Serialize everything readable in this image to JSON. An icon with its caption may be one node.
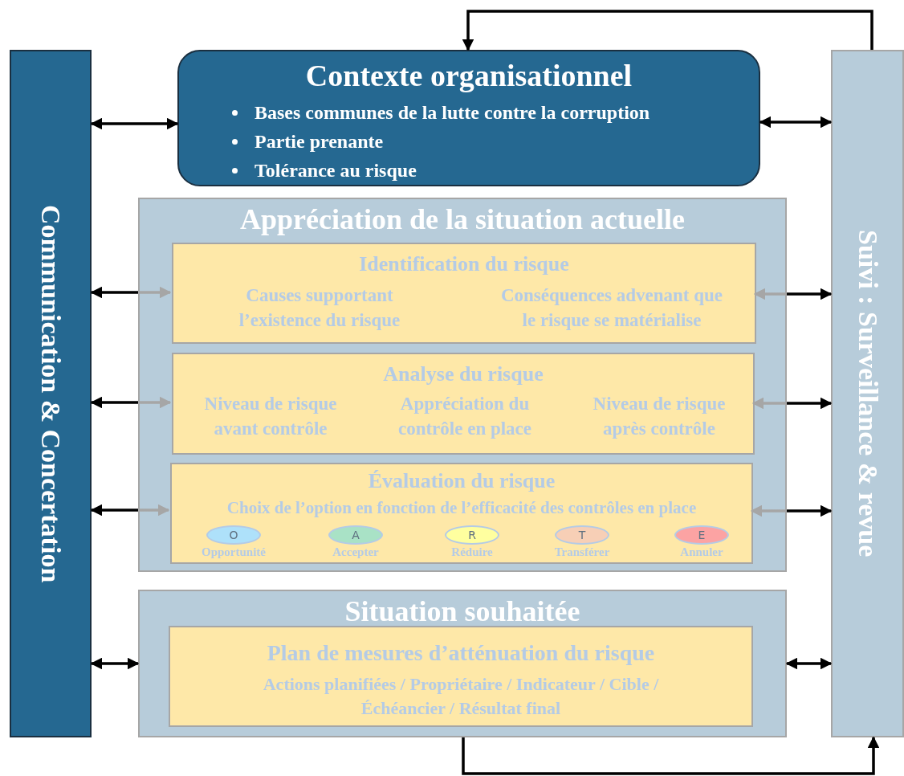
{
  "diagram": {
    "nodes": [
      {
        "text": [
          "Communication & Concertation"
        ]
      },
      {
        "text": [
          "Contexte organisationnel",
          "Bases communes de la lutte contre la corruption",
          "Partie prenante",
          "Tolérance au risque"
        ]
      },
      {
        "text": [
          "Appréciation de la situation actuelle"
        ]
      },
      {
        "text": [
          "Identification du risque",
          "Causes supportant l’existence du risque",
          "Conséquences advenant que le risque se matérialise"
        ],
        "in": 2
      },
      {
        "text": [
          "Analyse du risque",
          "Niveau de risque avant contrôle",
          "Appréciation du contrôle en place",
          "Niveau de risque après contrôle"
        ],
        "in": 2
      },
      {
        "text": [
          "Évaluation du risque",
          "Choix de l’option en fonction de l’efficacité des contrôles en place"
        ],
        "in": 2
      },
      {
        "text": [
          "O"
        ],
        "beside": [
          "Opportunité"
        ],
        "in": 5
      },
      {
        "text": [
          "A"
        ],
        "beside": [
          "Accepter"
        ],
        "in": 5
      },
      {
        "text": [
          "R"
        ],
        "beside": [
          "Réduire"
        ],
        "in": 5
      },
      {
        "text": [
          "T"
        ],
        "beside": [
          "Transférer"
        ],
        "in": 5
      },
      {
        "text": [
          "E"
        ],
        "beside": [
          "Annuler"
        ],
        "in": 5
      },
      {
        "text": [
          "Situation souhaitée"
        ]
      },
      {
        "text": [
          "Plan de mesures d’atténuation du risque",
          "Actions planifiées / Propriétaire / Indicateur / Cible / Échéancier / Résultat final"
        ],
        "in": 11
      },
      {
        "text": [
          "Suivi : Surveillance & revue"
        ]
      }
    ],
    "edges": [
      {
        "from": 0,
        "to": 1,
        "arrow": "both"
      },
      {
        "from": 1,
        "to": 13,
        "arrow": "both"
      },
      {
        "from": 13,
        "to": 1,
        "arrow": "to"
      },
      {
        "from": 0,
        "to": 3,
        "arrow": "both"
      },
      {
        "from": 3,
        "to": 13,
        "arrow": "both"
      },
      {
        "from": 0,
        "to": 4,
        "arrow": "both"
      },
      {
        "from": 4,
        "to": 13,
        "arrow": "both"
      },
      {
        "from": 0,
        "to": 5,
        "arrow": "both"
      },
      {
        "from": 5,
        "to": 13,
        "arrow": "both"
      },
      {
        "from": 0,
        "to": 11,
        "arrow": "both"
      },
      {
        "from": 11,
        "to": 13,
        "arrow": "both"
      },
      {
        "from": 11,
        "to": 13,
        "arrow": "to"
      }
    ]
  }
}
